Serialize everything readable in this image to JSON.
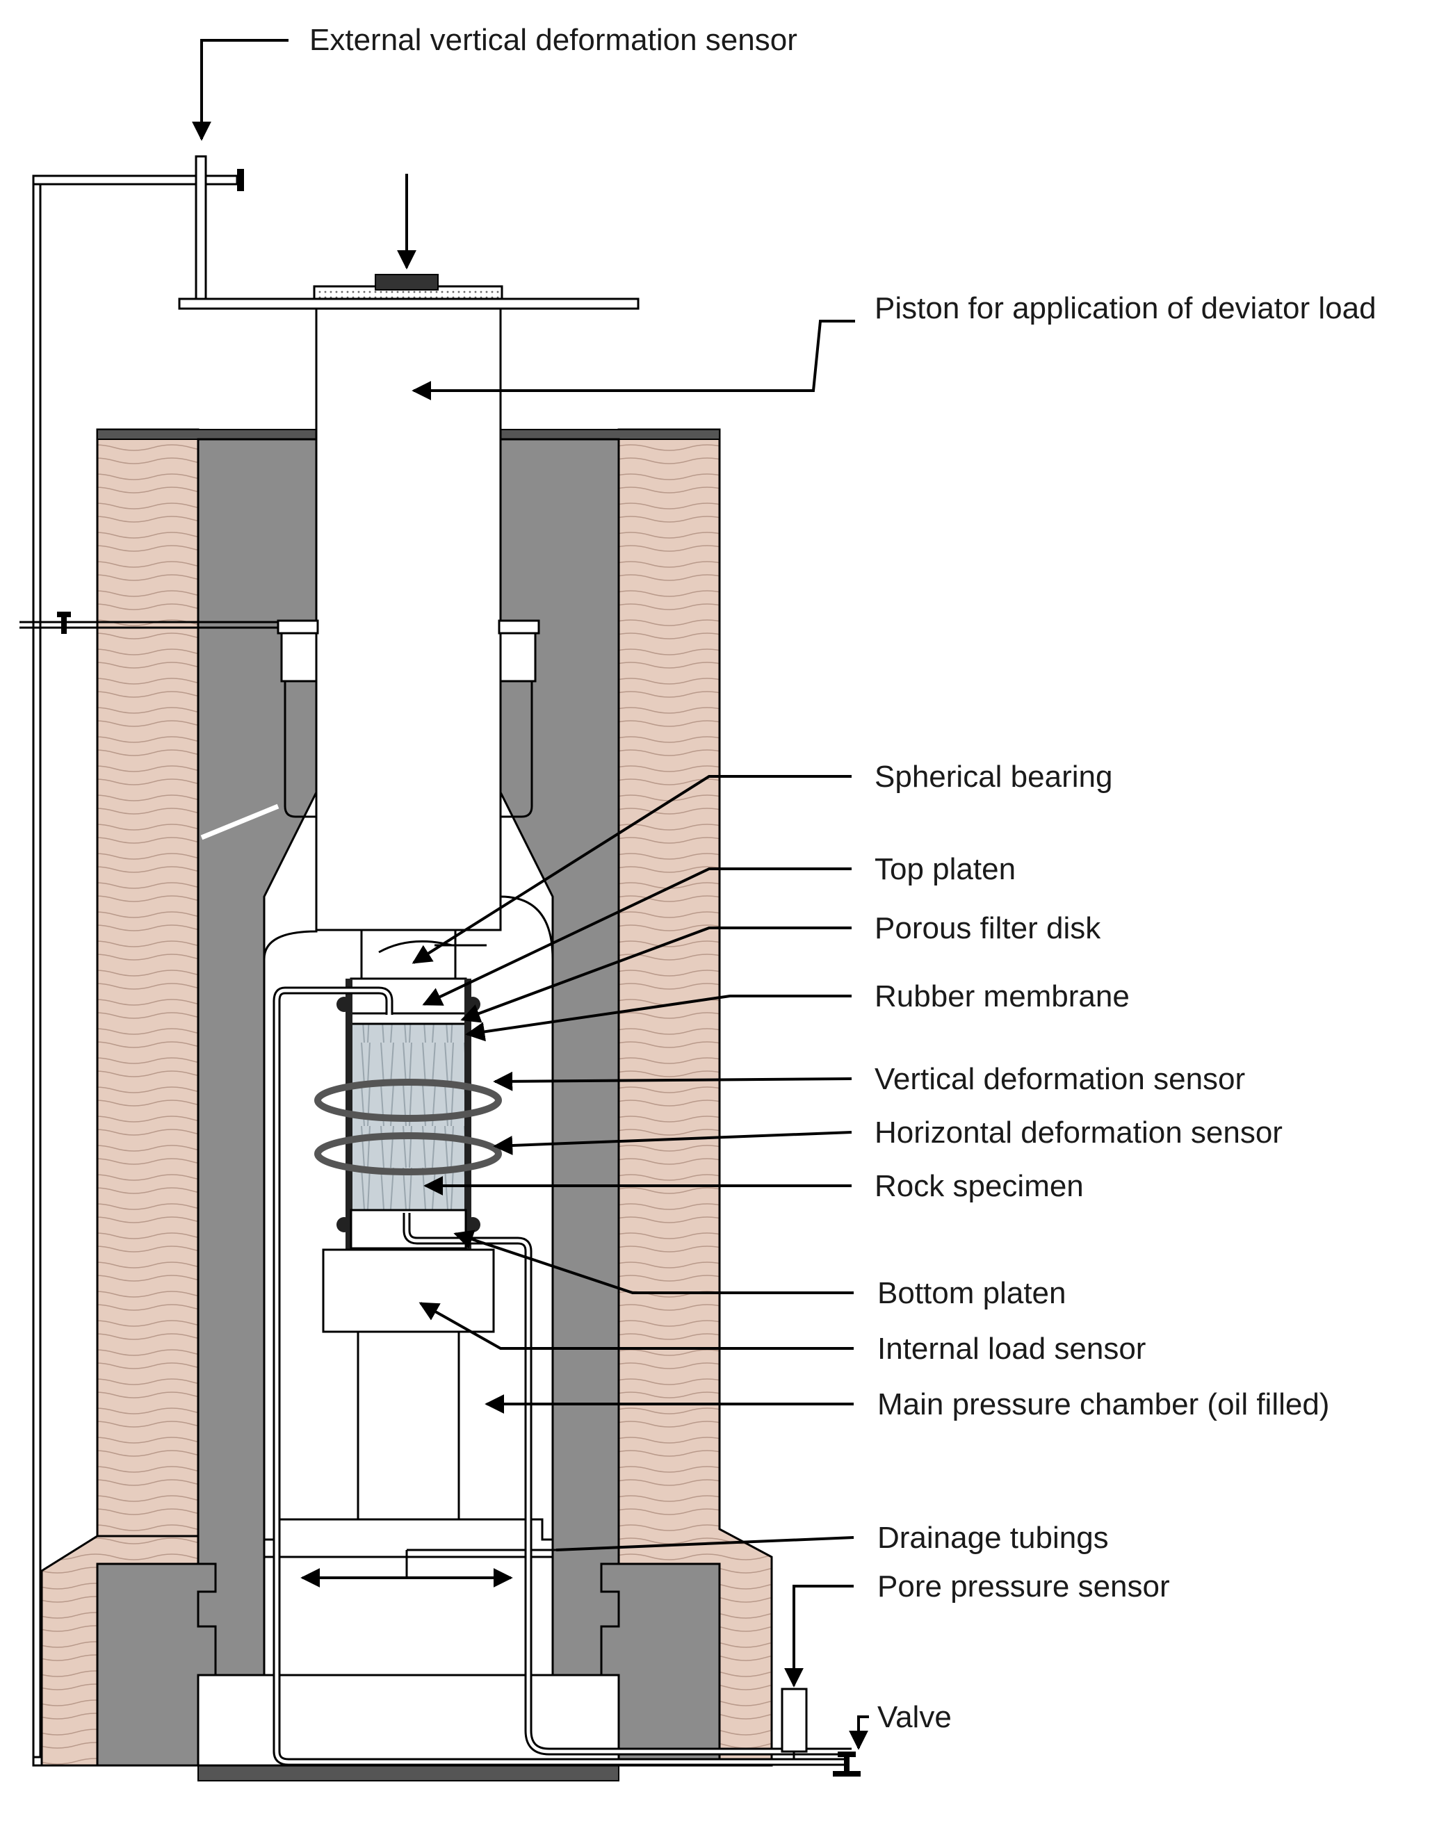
{
  "labels": {
    "external_vertical_deformation_sensor": "External vertical deformation sensor",
    "piston": "Piston for application of deviator load",
    "spherical_bearing": "Spherical bearing",
    "top_platen": "Top platen",
    "porous_filter_disk": "Porous filter disk",
    "rubber_membrane": "Rubber membrane",
    "vertical_deformation_sensor": "Vertical deformation sensor",
    "horizontal_deformation_sensor": "Horizontal deformation sensor",
    "rock_specimen": "Rock specimen",
    "bottom_platen": "Bottom platen",
    "internal_load_sensor": "Internal load sensor",
    "main_pressure_chamber": "Main pressure chamber (oil filled)",
    "drainage_tubings": "Drainage tubings",
    "pore_pressure_sensor": "Pore pressure sensor",
    "valve": "Valve"
  },
  "colors": {
    "insulation": "#e6cdbf",
    "steel": "#8c8c8c",
    "specimen": "#c9d2d8",
    "line": "#000000"
  }
}
